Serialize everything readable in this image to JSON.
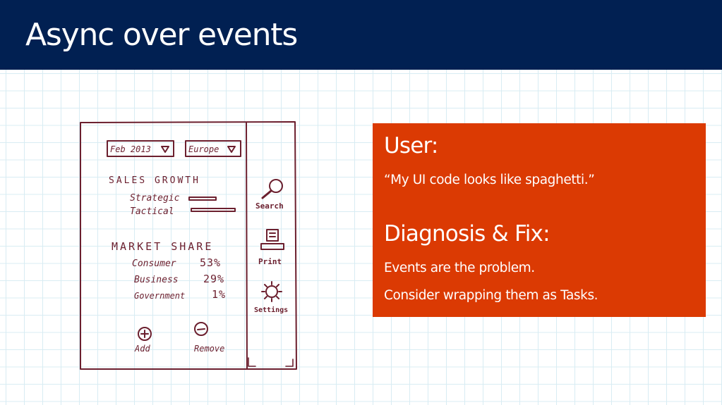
{
  "slide": {
    "title": "Async over events"
  },
  "sketch": {
    "dropdowns": [
      {
        "value": "Feb 2013"
      },
      {
        "value": "Europe"
      }
    ],
    "sales_growth": {
      "heading": "SALES GROWTH",
      "items": [
        {
          "label": "Strategic"
        },
        {
          "label": "Tactical"
        }
      ]
    },
    "market_share": {
      "heading": "MARKET SHARE",
      "rows": [
        {
          "label": "Consumer",
          "value": "53%"
        },
        {
          "label": "Business",
          "value": "29%"
        },
        {
          "label": "Government",
          "value": "1%"
        }
      ]
    },
    "actions": {
      "add_label": "Add",
      "remove_label": "Remove"
    },
    "sidebar": {
      "search_label": "Search",
      "print_label": "Print",
      "settings_label": "Settings"
    },
    "icons": [
      "chevron-down-icon",
      "plus-icon",
      "minus-icon",
      "search-icon",
      "print-icon",
      "gear-icon"
    ],
    "ink_color": "#6b1f2e"
  },
  "callout": {
    "user_heading": "User:",
    "user_quote": "“My UI code looks like spaghetti.”",
    "fix_heading": "Diagnosis & Fix:",
    "fix_line1": "Events are the problem.",
    "fix_line2": "Consider wrapping them as Tasks.",
    "background": "#db3a03"
  },
  "theme": {
    "title_bar": "#012052"
  }
}
